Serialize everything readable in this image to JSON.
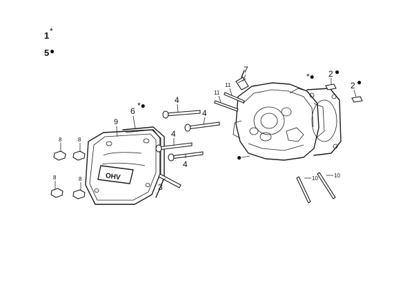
{
  "legend": [
    {
      "number": "1",
      "symbol": "*"
    },
    {
      "number": "5",
      "symbol": "●"
    }
  ],
  "callouts": {
    "c1": "6",
    "c1_sym": "*●",
    "c2": "9",
    "c3": "4",
    "c4": "4",
    "c5": "4",
    "c6": "4",
    "c7": "3",
    "c8": "7",
    "c9": "11",
    "c10": "11",
    "c11_sym": "*●",
    "c12": "2",
    "c12_sym": "●",
    "c13": "2",
    "c13_sym": "●",
    "c14": "8",
    "c15": "8",
    "c16": "8",
    "c17": "8",
    "c18": "10",
    "c19": "10",
    "c20_sym": "●"
  },
  "cover_logo": "OHV"
}
